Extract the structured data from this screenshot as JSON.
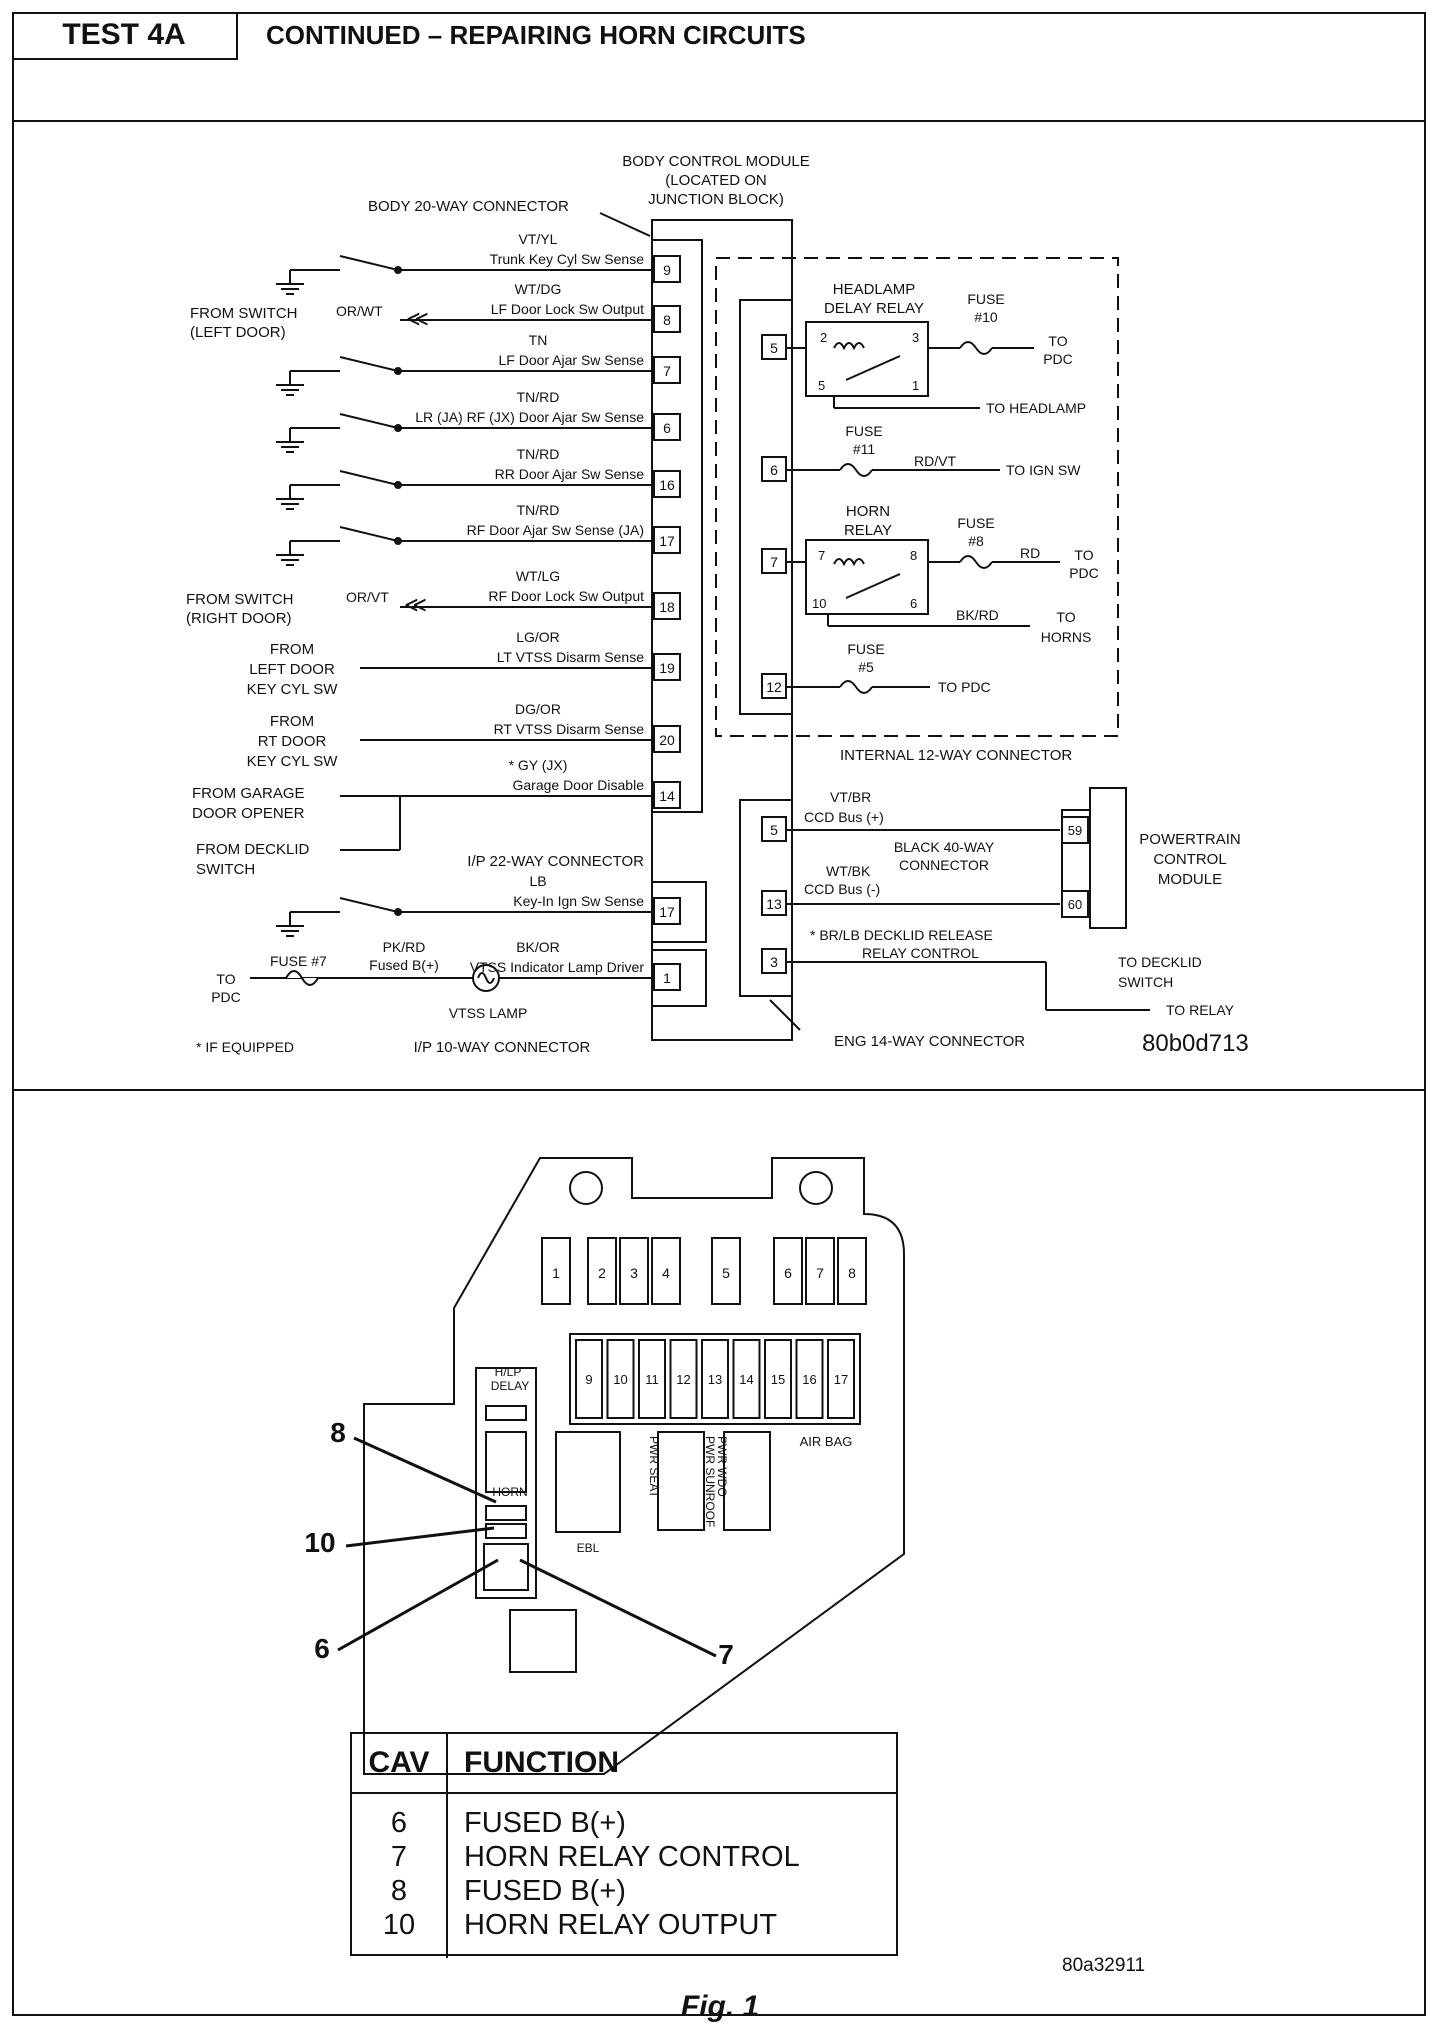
{
  "header": {
    "test_label": "TEST 4A",
    "title": "CONTINUED – REPAIRING HORN CIRCUITS"
  },
  "schematic": {
    "drawing_id": "80b0d713",
    "bcm_label": [
      "BODY CONTROL MODULE",
      "(LOCATED ON",
      "JUNCTION BLOCK)"
    ],
    "body_connector": "BODY 20-WAY CONNECTOR",
    "ip22_connector": "I/P 22-WAY CONNECTOR",
    "ip10_connector": "I/P 10-WAY CONNECTOR",
    "internal_connector": "INTERNAL 12-WAY CONNECTOR",
    "eng_connector": "ENG 14-WAY CONNECTOR",
    "pcm_label": [
      "POWERTRAIN",
      "CONTROL",
      "MODULE"
    ],
    "black40": [
      "BLACK 40-WAY",
      "CONNECTOR"
    ],
    "if_equipped": "* IF EQUIPPED",
    "left_pins": [
      {
        "pin": "9",
        "color": "VT/YL",
        "desc": "Trunk Key Cyl Sw Sense"
      },
      {
        "pin": "8",
        "color": "WT/DG",
        "desc": "LF Door Lock Sw Output"
      },
      {
        "pin": "7",
        "color": "TN",
        "desc": "LF Door Ajar Sw Sense"
      },
      {
        "pin": "6",
        "color": "TN/RD",
        "desc": "LR (JA) RF (JX) Door Ajar Sw Sense"
      },
      {
        "pin": "16",
        "color": "TN/RD",
        "desc": "RR Door Ajar Sw Sense"
      },
      {
        "pin": "17",
        "color": "TN/RD",
        "desc": "RF Door Ajar Sw Sense (JA)"
      },
      {
        "pin": "18",
        "color": "WT/LG",
        "desc": "RF Door Lock Sw Output"
      },
      {
        "pin": "19",
        "color": "LG/OR",
        "desc": "LT VTSS Disarm Sense"
      },
      {
        "pin": "20",
        "color": "DG/OR",
        "desc": "RT VTSS Disarm Sense"
      },
      {
        "pin": "14",
        "color": "* GY (JX)",
        "desc": "Garage Door Disable"
      },
      {
        "pin": "17",
        "color": "LB",
        "desc": "Key-In Ign Sw Sense"
      },
      {
        "pin": "1",
        "color": "BK/OR",
        "desc": "VTSS Indicator Lamp Driver"
      }
    ],
    "left_sources": {
      "switch_left": [
        "FROM SWITCH",
        "(LEFT DOOR)"
      ],
      "switch_left_wire": "OR/WT",
      "switch_right": [
        "FROM SWITCH",
        "(RIGHT DOOR)"
      ],
      "switch_right_wire": "OR/VT",
      "left_key": [
        "FROM",
        "LEFT DOOR",
        "KEY CYL SW"
      ],
      "rt_key": [
        "FROM",
        "RT DOOR",
        "KEY CYL SW"
      ],
      "garage": [
        "FROM GARAGE",
        "DOOR OPENER"
      ],
      "decklid": [
        "FROM DECKLID",
        "SWITCH"
      ],
      "fuse7": "FUSE #7",
      "fuse7_wire": [
        "PK/RD",
        "Fused B(+)"
      ],
      "to_pdc": [
        "TO",
        "PDC"
      ],
      "vtss_lamp": "VTSS LAMP"
    },
    "internal_pins": [
      "5",
      "6",
      "7",
      "12"
    ],
    "headlamp_relay": {
      "title": [
        "HEADLAMP",
        "DELAY RELAY"
      ],
      "pins": [
        "2",
        "3",
        "5",
        "1"
      ]
    },
    "horn_relay": {
      "title": [
        "HORN",
        "RELAY"
      ],
      "pins": [
        "7",
        "8",
        "10",
        "6"
      ]
    },
    "right_labels": {
      "fuse10": [
        "FUSE",
        "#10"
      ],
      "to_pdc_a": [
        "TO",
        "PDC"
      ],
      "to_headlamp": "TO HEADLAMP",
      "fuse11": [
        "FUSE",
        "#11"
      ],
      "rdvt": "RD/VT",
      "to_ign": "TO IGN SW",
      "fuse8": [
        "FUSE",
        "#8"
      ],
      "rd": "RD",
      "to_pdc_b": [
        "TO",
        "PDC"
      ],
      "bkrd": "BK/RD",
      "to_horns": [
        "TO",
        "HORNS"
      ],
      "fuse5": [
        "FUSE",
        "#5"
      ],
      "to_pdc_c": "TO PDC"
    },
    "eng_pins": [
      {
        "pin": "5",
        "color": "VT/BR",
        "desc": "CCD Bus (+)"
      },
      {
        "pin": "13",
        "color": "WT/BK",
        "desc": "CCD Bus (-)"
      },
      {
        "pin": "3",
        "color": "* BR/LB DECKLID RELEASE",
        "desc": "RELAY CONTROL"
      }
    ],
    "pcm_pins": [
      "59",
      "60"
    ],
    "to_decklid": [
      "TO DECKLID",
      "SWITCH"
    ],
    "to_relay": "TO RELAY"
  },
  "fusebox": {
    "fuse_top": [
      "1",
      "2",
      "3",
      "4",
      "5",
      "6",
      "7",
      "8"
    ],
    "fuse_bottom": [
      "9",
      "10",
      "11",
      "12",
      "13",
      "14",
      "15",
      "16",
      "17"
    ],
    "labels": {
      "hlp": "H/LP",
      "delay": "DELAY",
      "horn": "HORN",
      "ebl": "EBL",
      "pwr_seat": "PWR SEAT",
      "pwr_sunroof": "PWR SUNROOF",
      "pwr_wdo": "PWR WDO",
      "air_bag": "AIR BAG"
    },
    "callouts": [
      "8",
      "10",
      "6",
      "7"
    ]
  },
  "cav_table": {
    "headers": [
      "CAV",
      "FUNCTION"
    ],
    "rows": [
      {
        "cav": "6",
        "function": "FUSED B(+)"
      },
      {
        "cav": "7",
        "function": "HORN RELAY CONTROL"
      },
      {
        "cav": "8",
        "function": "FUSED B(+)"
      },
      {
        "cav": "10",
        "function": "HORN RELAY OUTPUT"
      }
    ]
  },
  "figure": {
    "id": "80a32911",
    "caption": "Fig. 1"
  }
}
